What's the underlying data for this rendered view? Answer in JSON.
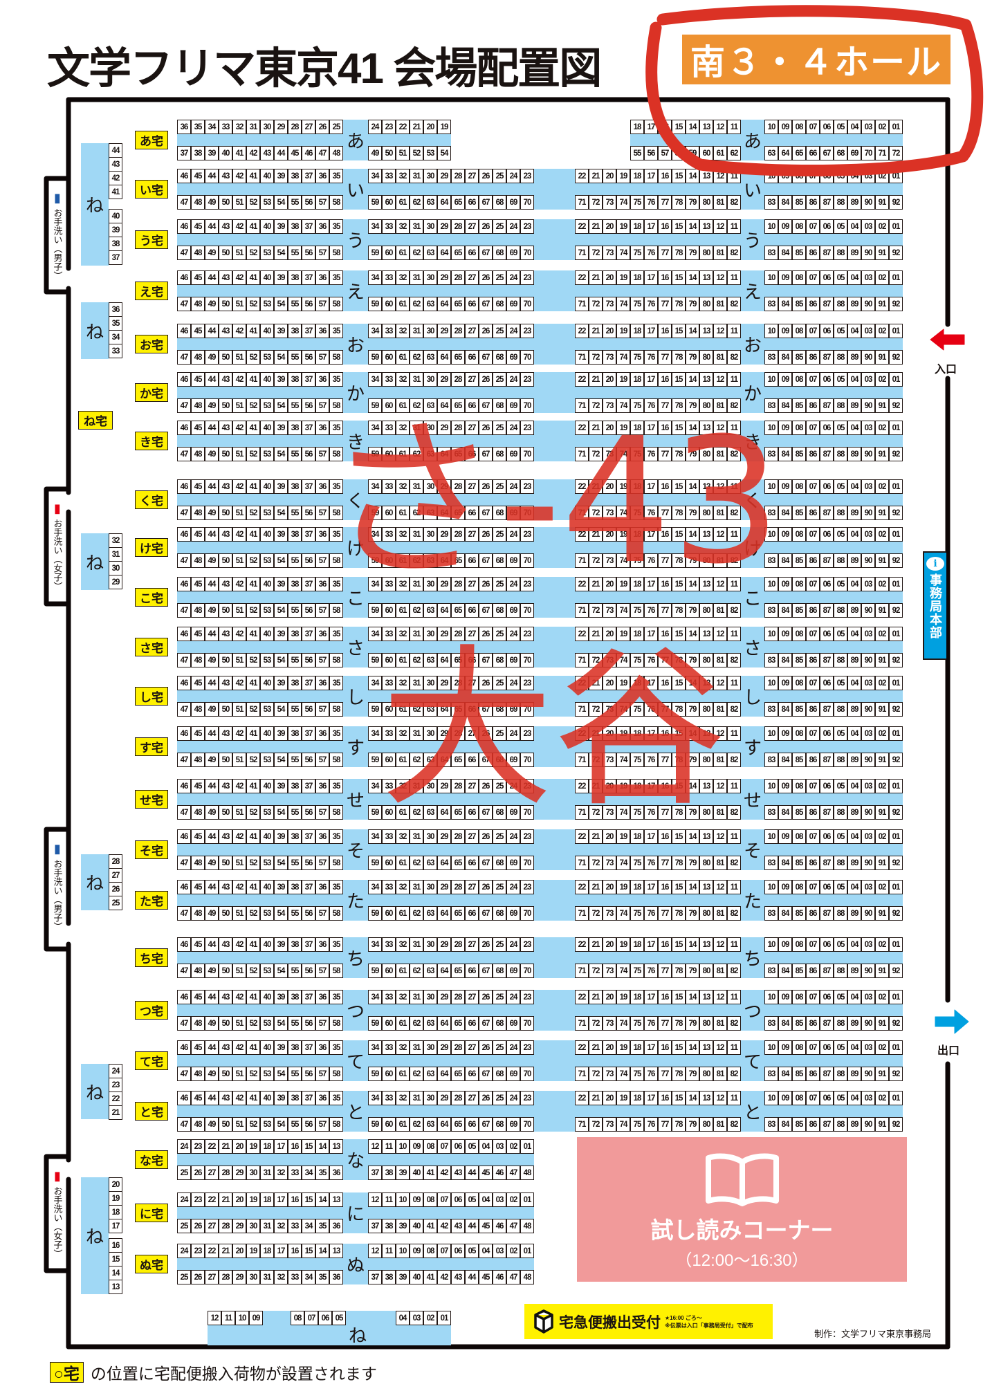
{
  "title": "文学フリマ東京41 会場配置図",
  "hall_label": "南３・４ホール",
  "layouts": {
    "a": [
      [
        36,
        25,
        37,
        48
      ],
      [
        24,
        19,
        49,
        54
      ],
      [
        18,
        11,
        55,
        62
      ],
      [
        10,
        1,
        63,
        72
      ]
    ],
    "standard": [
      [
        46,
        35,
        47,
        58
      ],
      [
        34,
        23,
        59,
        70
      ],
      [
        22,
        11,
        71,
        82
      ],
      [
        10,
        1,
        83,
        92
      ]
    ],
    "short": [
      [
        24,
        13,
        25,
        36
      ],
      [
        12,
        1,
        37,
        48
      ]
    ]
  },
  "rows": [
    {
      "kana": "あ",
      "takkyu": "あ宅",
      "layout": "a"
    },
    {
      "kana": "い",
      "takkyu": "い宅",
      "layout": "standard"
    },
    {
      "kana": "う",
      "takkyu": "う宅",
      "layout": "standard"
    },
    {
      "kana": "え",
      "takkyu": "え宅",
      "layout": "standard"
    },
    {
      "kana": "お",
      "takkyu": "お宅",
      "layout": "standard"
    },
    {
      "kana": "か",
      "takkyu": "か宅",
      "layout": "standard"
    },
    {
      "kana": "き",
      "takkyu": "き宅",
      "layout": "standard"
    },
    {
      "kana": "く",
      "takkyu": "く宅",
      "layout": "standard"
    },
    {
      "kana": "け",
      "takkyu": "け宅",
      "layout": "standard"
    },
    {
      "kana": "こ",
      "takkyu": "こ宅",
      "layout": "standard"
    },
    {
      "kana": "さ",
      "takkyu": "さ宅",
      "layout": "standard"
    },
    {
      "kana": "し",
      "takkyu": "し宅",
      "layout": "standard"
    },
    {
      "kana": "す",
      "takkyu": "す宅",
      "layout": "standard"
    },
    {
      "kana": "せ",
      "takkyu": "せ宅",
      "layout": "standard"
    },
    {
      "kana": "そ",
      "takkyu": "そ宅",
      "layout": "standard"
    },
    {
      "kana": "た",
      "takkyu": "た宅",
      "layout": "standard"
    },
    {
      "kana": "ち",
      "takkyu": "ち宅",
      "layout": "standard"
    },
    {
      "kana": "つ",
      "takkyu": "つ宅",
      "layout": "standard"
    },
    {
      "kana": "て",
      "takkyu": "て宅",
      "layout": "standard"
    },
    {
      "kana": "と",
      "takkyu": "と宅",
      "layout": "standard"
    },
    {
      "kana": "な",
      "takkyu": "な宅",
      "layout": "short"
    },
    {
      "kana": "に",
      "takkyu": "に宅",
      "layout": "short"
    },
    {
      "kana": "ぬ",
      "takkyu": "ぬ宅",
      "layout": "short"
    }
  ],
  "ne_column": {
    "kana": "ね",
    "takkyu": "ね宅",
    "groups": [
      [
        44,
        43,
        42,
        41
      ],
      [
        40,
        39,
        38,
        37
      ],
      [
        36,
        35,
        34,
        33
      ],
      [
        32,
        31,
        30,
        29
      ],
      [
        28,
        27,
        26,
        25
      ],
      [
        24,
        23,
        22,
        21
      ],
      [
        20,
        19,
        18,
        17
      ],
      [
        16,
        15,
        14,
        13
      ]
    ]
  },
  "ne_bottom": {
    "kana": "ね",
    "groups": [
      [
        12,
        11,
        10,
        9
      ],
      [
        8,
        7,
        6,
        5
      ],
      [
        4,
        3,
        2,
        1
      ]
    ]
  },
  "restrooms": [
    {
      "label": "お手洗い（男子）",
      "type": "male"
    },
    {
      "label": "お手洗い（女子）",
      "type": "female"
    },
    {
      "label": "お手洗い（男子）",
      "type": "male"
    },
    {
      "label": "お手洗い（女子）",
      "type": "female"
    }
  ],
  "entrance": "入口",
  "exit": "出口",
  "hq": {
    "icon": "i",
    "label": "事務局本部"
  },
  "trial_corner": {
    "title": "試し読みコーナー",
    "hours": "（12:00〜16:30）"
  },
  "delivery": {
    "title": "宅急便搬出受付",
    "note1": "★16:00 ごろ〜",
    "note2": "※伝票は入口「事務局受付」で配布"
  },
  "credit": "制作：文学フリマ東京事務局",
  "legend": {
    "marker": "○宅",
    "text": "の位置に宅配便搬入荷物が設置されます"
  },
  "annotation": {
    "handwriting": "さ-43 大谷"
  },
  "colors": {
    "aisle": "#a0d8f5",
    "takkyu": "#fff100",
    "hall_label": "#ee9231",
    "trial": "#f19a9a",
    "hq": "#00a0e0",
    "annotation": "#db3225",
    "male": "#1e5aa8",
    "female": "#e60012"
  }
}
